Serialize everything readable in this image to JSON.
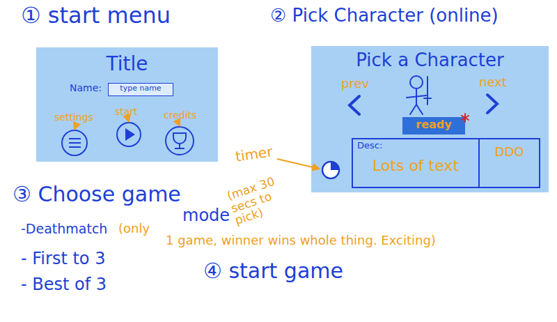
{
  "diagram": {
    "nodes": [
      {
        "text": [
          "Title"
        ]
      },
      {
        "text": [
          "type name"
        ],
        "in": 0
      },
      {
        "text": [
          "Pick a Character"
        ]
      },
      {
        "text": [
          "ready"
        ],
        "in": 2
      },
      {
        "text": [
          "Desc:",
          "Lots of text"
        ],
        "in": 2
      },
      {
        "text": [
          "DDO"
        ],
        "in": 2
      }
    ],
    "labels": [
      "① start menu",
      "② Pick Character (online)",
      "Name:",
      "settings",
      "start",
      "credits",
      "prev",
      "next",
      "timer",
      "(max 30 secs to pick)",
      "③ Choose game",
      "mode",
      "-Deathmatch",
      "(only",
      "1 game, winner wins whole thing. Exciting)",
      "- First to 3",
      "- Best of 3",
      "④ start game"
    ]
  }
}
